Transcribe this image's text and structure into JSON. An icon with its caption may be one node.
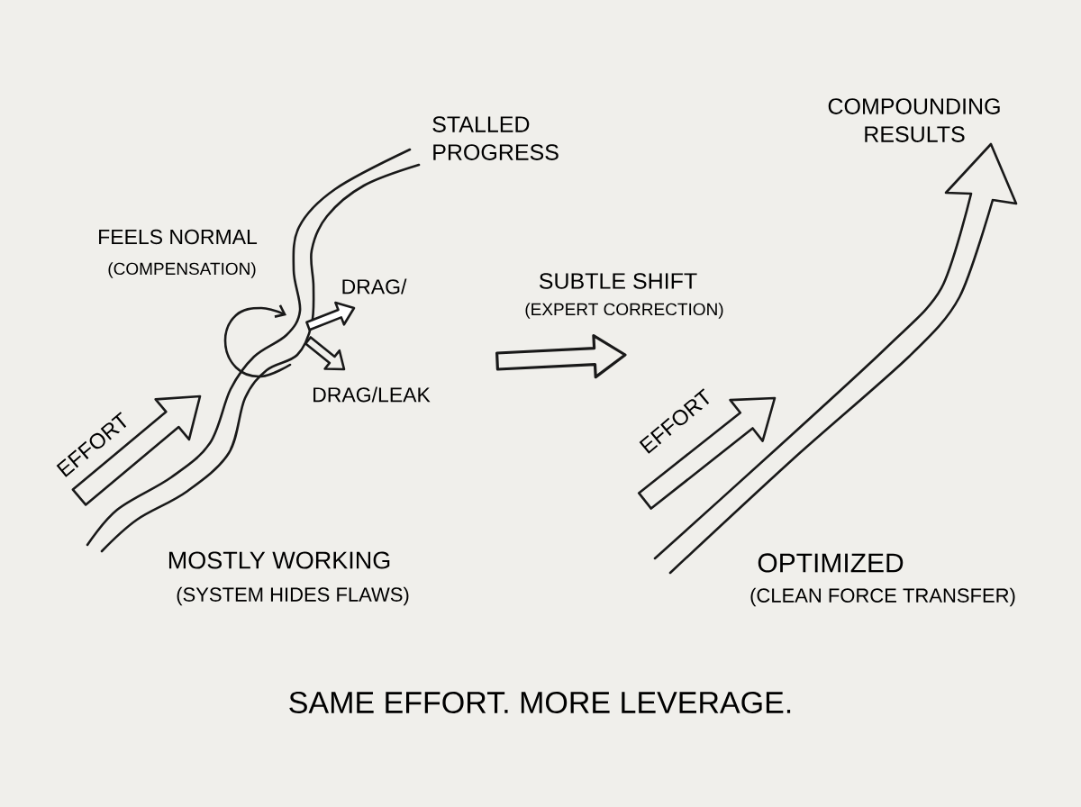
{
  "diagram": {
    "caption": "SAME EFFORT.  MORE LEVERAGE.",
    "labels": [
      "STALLED PROGRESS",
      "COMPOUNDING RESULTS",
      "FEELS NORMAL",
      "(COMPENSATION)",
      "DRAG/",
      "SUBTLE SHIFT",
      "(EXPERT CORRECTION)",
      "DRAG/LEAK",
      "EFFORT",
      "EFFORT",
      "MOSTLY WORKING",
      "(SYSTEM HIDES FLAWS)",
      "OPTIMIZED",
      "(CLEAN FORCE TRANSFER)"
    ]
  }
}
